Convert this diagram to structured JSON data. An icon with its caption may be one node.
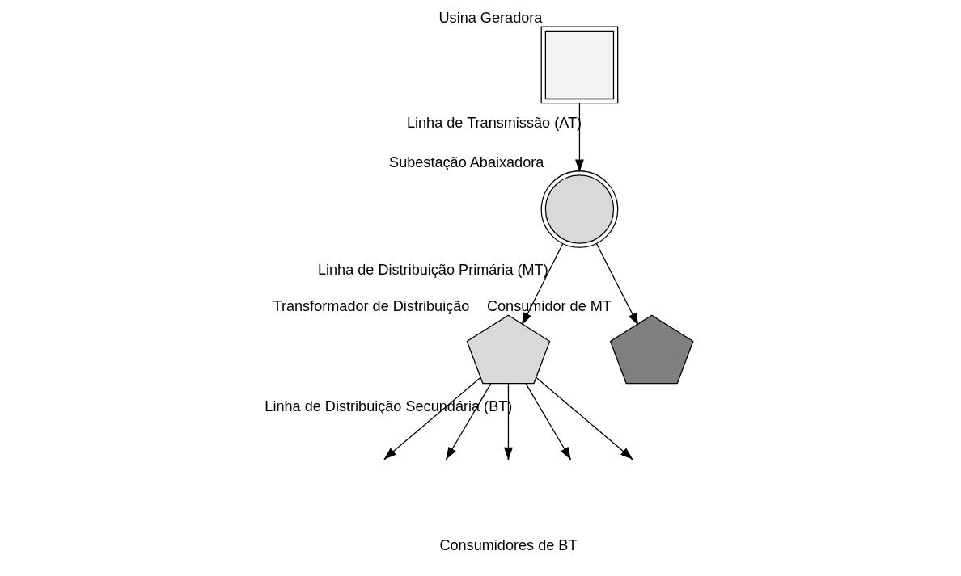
{
  "diagram": {
    "nodes": [
      {
        "text": [],
        "shape": "box",
        "beside": [
          "Usina Geradora"
        ]
      },
      {
        "text": [],
        "shape": "circle",
        "beside": [
          "Subestação Abaixadora"
        ]
      },
      {
        "text": [],
        "shape": "pentagon",
        "beside": [
          "Transformador de Distribuição"
        ]
      },
      {
        "text": [],
        "shape": "pentagon",
        "beside": [
          "Consumidor de MT"
        ]
      }
    ],
    "edges": [
      {
        "from": 0,
        "to": 1,
        "arrow": "to",
        "label": "Linha de Transmissão (AT)"
      },
      {
        "from": 1,
        "to": 2,
        "arrow": "to",
        "label": "Linha de Distribuição Primária (MT)"
      },
      {
        "from": 1,
        "to": 3,
        "arrow": "to"
      },
      {
        "from": 2,
        "to": null,
        "arrow": "to"
      },
      {
        "from": 2,
        "to": null,
        "arrow": "to"
      },
      {
        "from": 2,
        "to": null,
        "arrow": "to",
        "label": "Linha de Distribuição Secundária (BT)"
      },
      {
        "from": 2,
        "to": null,
        "arrow": "to"
      },
      {
        "from": 2,
        "to": null,
        "arrow": "to"
      }
    ],
    "labels": [
      "Consumidores de BT"
    ]
  }
}
